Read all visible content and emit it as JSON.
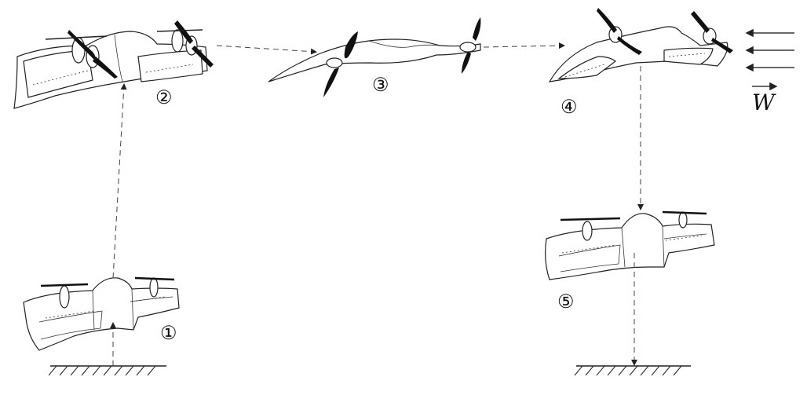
{
  "stages": [
    {
      "id": 1,
      "label": "①"
    },
    {
      "id": 2,
      "label": "②"
    },
    {
      "id": 3,
      "label": "③"
    },
    {
      "id": 4,
      "label": "④"
    },
    {
      "id": 5,
      "label": "⑤"
    }
  ],
  "wind": {
    "label": "W"
  },
  "colors": {
    "line": "#222222",
    "background": "#ffffff"
  },
  "icons": [
    "vtol-aircraft-icon",
    "propeller-icon",
    "ground-hatch-icon",
    "wind-arrow-icon"
  ]
}
